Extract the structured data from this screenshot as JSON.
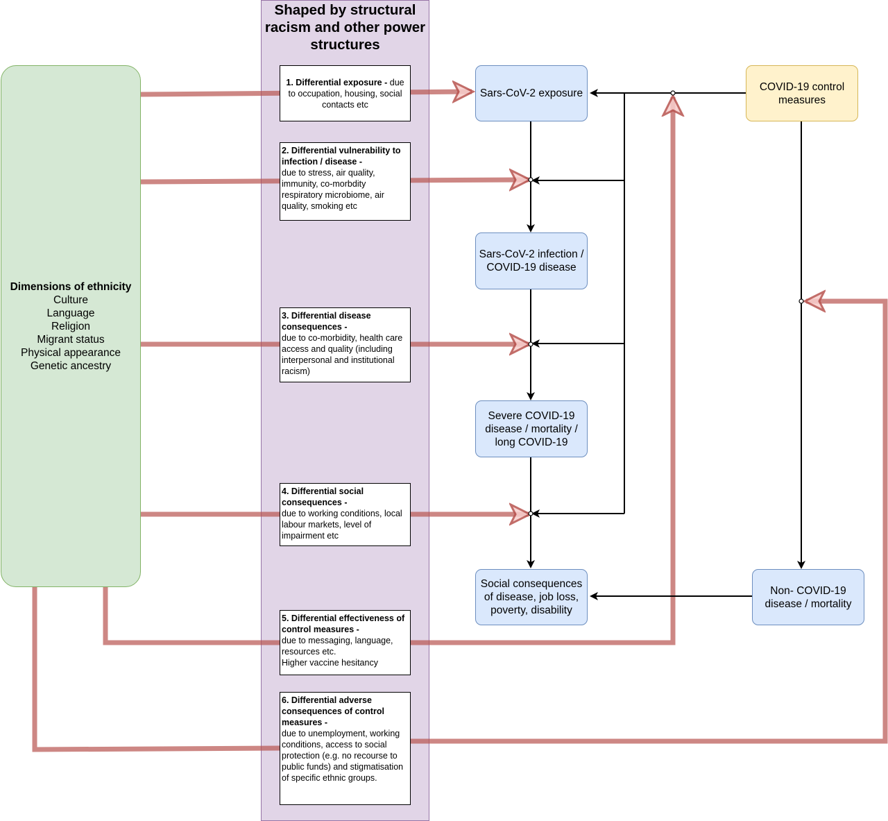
{
  "colors": {
    "green_fill": "#d5e8d4",
    "green_stroke": "#82b366",
    "purple_fill": "#e1d5e7",
    "purple_stroke": "#9673a6",
    "blue_fill": "#dae8fc",
    "blue_stroke": "#6c8ebf",
    "yellow_fill": "#fff2cc",
    "yellow_stroke": "#d6b656",
    "red_arrow": "#b85450"
  },
  "ethnicity": {
    "title": "Dimensions of ethnicity",
    "items": [
      "Culture",
      "Language",
      "Religion",
      "Migrant status",
      "Physical appearance",
      "Genetic ancestry"
    ]
  },
  "band": {
    "title": "Shaped by structural racism and other power structures"
  },
  "factors": [
    {
      "title": "1. Differential exposure -",
      "desc": "due to occupation, housing, social contacts etc"
    },
    {
      "title": "2. Differential vulnerability to infection / disease -",
      "desc": "due to stress, air quality, immunity, co-morbdity respiratory microbiome, air quality, smoking etc"
    },
    {
      "title": "3. Differential disease consequences -",
      "desc": "due to co-morbidity, health care access and quality (including interpersonal and institutional racism)"
    },
    {
      "title": "4. Differential social consequences -",
      "desc": "due to working conditions, local labour markets, level of impairment etc"
    },
    {
      "title": "5. Differential effectiveness of control measures -",
      "desc": "due to messaging, language, resources etc.",
      "extra": "Higher vaccine hesitancy"
    },
    {
      "title": "6. Differential adverse consequences of control measures -",
      "desc": "due to unemployment, working conditions,  access to social protection (e.g. no recourse to public funds) and stigmatisation of specific ethnic groups."
    }
  ],
  "outcomes": {
    "exposure": "Sars-CoV-2 exposure",
    "infection": "Sars-CoV-2 infection / COVID-19  disease",
    "severe": "Severe COVID-19 disease / mortality / long COVID-19",
    "social": "Social consequences of disease, job loss, poverty, disability",
    "control": "COVID-19 control measures",
    "non_covid": "Non- COVID-19 disease / mortality"
  }
}
